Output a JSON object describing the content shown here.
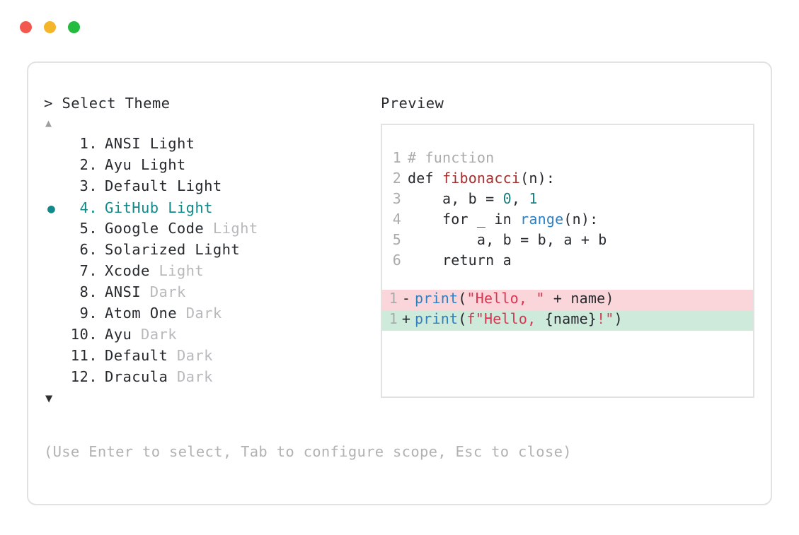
{
  "window": {
    "traffic_lights": [
      {
        "name": "close",
        "color": "#f3584f"
      },
      {
        "name": "minimize",
        "color": "#f4b528"
      },
      {
        "name": "maximize",
        "color": "#23bc3f"
      }
    ]
  },
  "left": {
    "prompt": "> Select Theme",
    "scroll_up": "▲",
    "scroll_down": "▼",
    "selected_index": 4,
    "selected_bullet": "●",
    "items": [
      {
        "index": "1.",
        "name": "ANSI",
        "suffix": "Light",
        "suffix_muted": false,
        "selected": false
      },
      {
        "index": "2.",
        "name": "Ayu",
        "suffix": "Light",
        "suffix_muted": false,
        "selected": false
      },
      {
        "index": "3.",
        "name": "Default",
        "suffix": "Light",
        "suffix_muted": false,
        "selected": false
      },
      {
        "index": "4.",
        "name": "GitHub",
        "suffix": "Light",
        "suffix_muted": false,
        "selected": true
      },
      {
        "index": "5.",
        "name": "Google Code",
        "suffix": "Light",
        "suffix_muted": true,
        "selected": false
      },
      {
        "index": "6.",
        "name": "Solarized",
        "suffix": "Light",
        "suffix_muted": false,
        "selected": false
      },
      {
        "index": "7.",
        "name": "Xcode",
        "suffix": "Light",
        "suffix_muted": true,
        "selected": false
      },
      {
        "index": "8.",
        "name": "ANSI",
        "suffix": "Dark",
        "suffix_muted": true,
        "selected": false
      },
      {
        "index": "9.",
        "name": "Atom One",
        "suffix": "Dark",
        "suffix_muted": true,
        "selected": false
      },
      {
        "index": "10.",
        "name": "Ayu",
        "suffix": "Dark",
        "suffix_muted": true,
        "selected": false
      },
      {
        "index": "11.",
        "name": "Default",
        "suffix": "Dark",
        "suffix_muted": true,
        "selected": false
      },
      {
        "index": "12.",
        "name": "Dracula",
        "suffix": "Dark",
        "suffix_muted": true,
        "selected": false
      }
    ],
    "hint": "(Use Enter to select, Tab to configure scope, Esc to close)"
  },
  "preview": {
    "title": "Preview",
    "code_lines": [
      {
        "ln": "1",
        "tokens": [
          {
            "t": "# function",
            "c": "comment"
          }
        ]
      },
      {
        "ln": "2",
        "tokens": [
          {
            "t": "def ",
            "c": "plain"
          },
          {
            "t": "fibonacci",
            "c": "func"
          },
          {
            "t": "(n):",
            "c": "plain"
          }
        ]
      },
      {
        "ln": "3",
        "tokens": [
          {
            "t": "    a, b = ",
            "c": "plain"
          },
          {
            "t": "0",
            "c": "num"
          },
          {
            "t": ", ",
            "c": "plain"
          },
          {
            "t": "1",
            "c": "num"
          }
        ]
      },
      {
        "ln": "4",
        "tokens": [
          {
            "t": "    for _ in ",
            "c": "plain"
          },
          {
            "t": "range",
            "c": "builtin"
          },
          {
            "t": "(n):",
            "c": "plain"
          }
        ]
      },
      {
        "ln": "5",
        "tokens": [
          {
            "t": "        a, b = b, a + b",
            "c": "plain"
          }
        ]
      },
      {
        "ln": "6",
        "tokens": [
          {
            "t": "    return a",
            "c": "plain"
          }
        ]
      }
    ],
    "diff_lines": [
      {
        "ln": "1",
        "marker": "-",
        "kind": "removed",
        "tokens": [
          {
            "t": "print",
            "c": "builtin"
          },
          {
            "t": "(",
            "c": "plain"
          },
          {
            "t": "\"Hello, \"",
            "c": "str"
          },
          {
            "t": " + name)",
            "c": "plain"
          }
        ]
      },
      {
        "ln": "1",
        "marker": "+",
        "kind": "added",
        "tokens": [
          {
            "t": "print",
            "c": "builtin"
          },
          {
            "t": "(",
            "c": "plain"
          },
          {
            "t": "f\"Hello, ",
            "c": "str"
          },
          {
            "t": "{name}",
            "c": "plain"
          },
          {
            "t": "!\"",
            "c": "str"
          },
          {
            "t": ")",
            "c": "plain"
          }
        ]
      }
    ]
  },
  "colors": {
    "accent_teal": "#128a8a",
    "comment_gray": "#a9abad",
    "func_red": "#a3302f",
    "builtin_blue": "#2f80c2",
    "string_crimson": "#dc3450",
    "diff_removed_bg": "#fad5da",
    "diff_added_bg": "#ceeadb",
    "border_gray": "#e2e2e2",
    "text_dark": "#262a2e",
    "muted_gray": "#b7b9bb"
  }
}
